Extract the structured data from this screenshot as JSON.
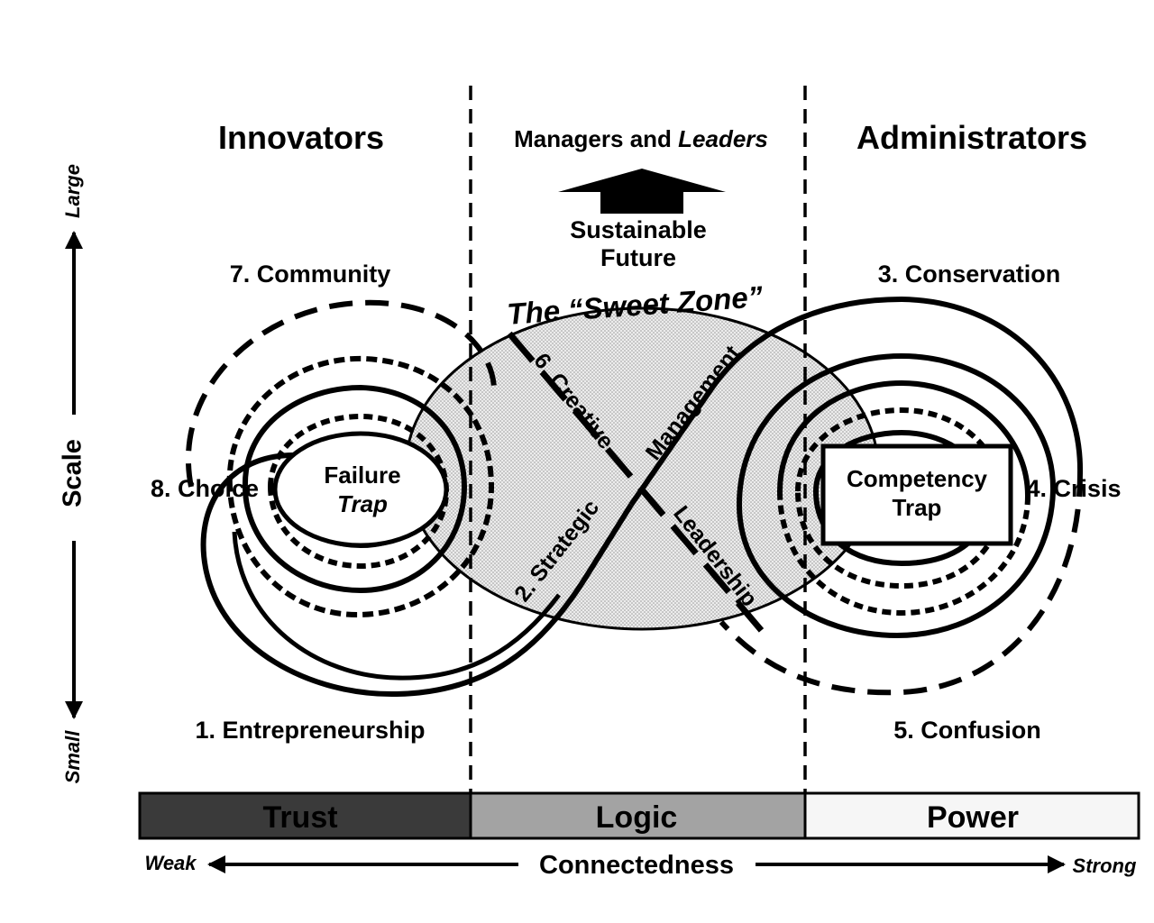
{
  "columns": {
    "innovators": "Innovators",
    "managers_prefix": "Managers and ",
    "managers_italic": "Leaders",
    "administrators": "Administrators"
  },
  "arrow_up": {
    "line1": "Sustainable",
    "line2": "Future"
  },
  "sweet_zone": "The “Sweet Zone”",
  "stages": {
    "community": "7. Community",
    "choice": "8. Choice",
    "entrepreneurship": "1. Entrepreneurship",
    "conservation": "3. Conservation",
    "crisis": "4. Crisis",
    "confusion": "5. Confusion"
  },
  "diagonals": {
    "creative": "6. Creative",
    "leadership": "Leadership",
    "strategic": "2. Strategic",
    "management": "Management"
  },
  "traps": {
    "failure_line1": "Failure",
    "failure_line2": "Trap",
    "competency_line1": "Competency",
    "competency_line2": "Trap"
  },
  "y_axis": {
    "label": "Scale",
    "top": "Large",
    "bottom": "Small"
  },
  "bands": {
    "trust": "Trust",
    "logic": "Logic",
    "power": "Power"
  },
  "x_axis": {
    "label": "Connectedness",
    "left": "Weak",
    "right": "Strong"
  },
  "colors": {
    "trust": "#3a3a3a",
    "logic": "#a3a3a3",
    "power": "#f6f6f6",
    "zone_fill": "#e2e2e2"
  }
}
